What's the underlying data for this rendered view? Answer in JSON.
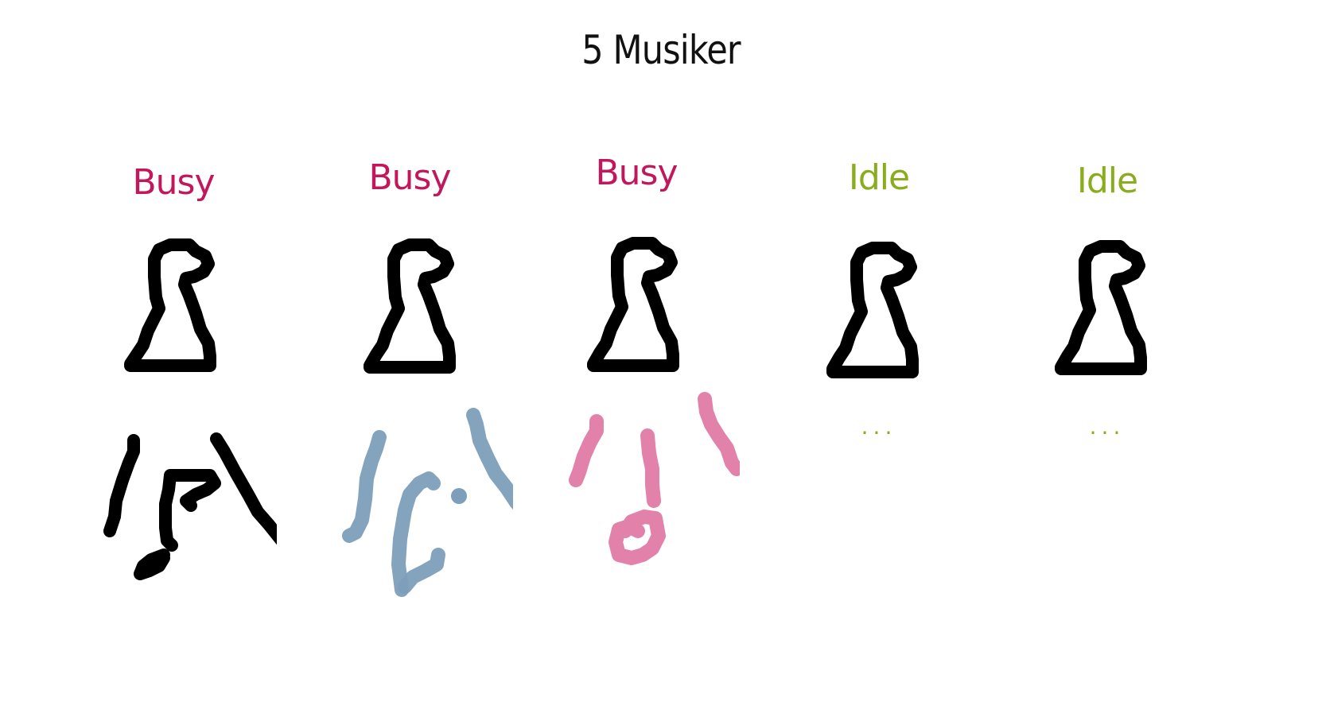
{
  "title": "5 Musiker",
  "colors": {
    "busy": "#c2185b",
    "idle": "#8aad1e",
    "stroke": "#000000",
    "scribble_blue": "#7d9fbb",
    "scribble_pink": "#e07ba6"
  },
  "musicians": [
    {
      "status": "Busy",
      "state": "busy",
      "activity": "black-scribble"
    },
    {
      "status": "Busy",
      "state": "busy",
      "activity": "blue-scribble"
    },
    {
      "status": "Busy",
      "state": "busy",
      "activity": "pink-scribble"
    },
    {
      "status": "Idle",
      "state": "idle",
      "activity": "...",
      "idle_text": "..."
    },
    {
      "status": "Idle",
      "state": "idle",
      "activity": "...",
      "idle_text": "..."
    }
  ]
}
